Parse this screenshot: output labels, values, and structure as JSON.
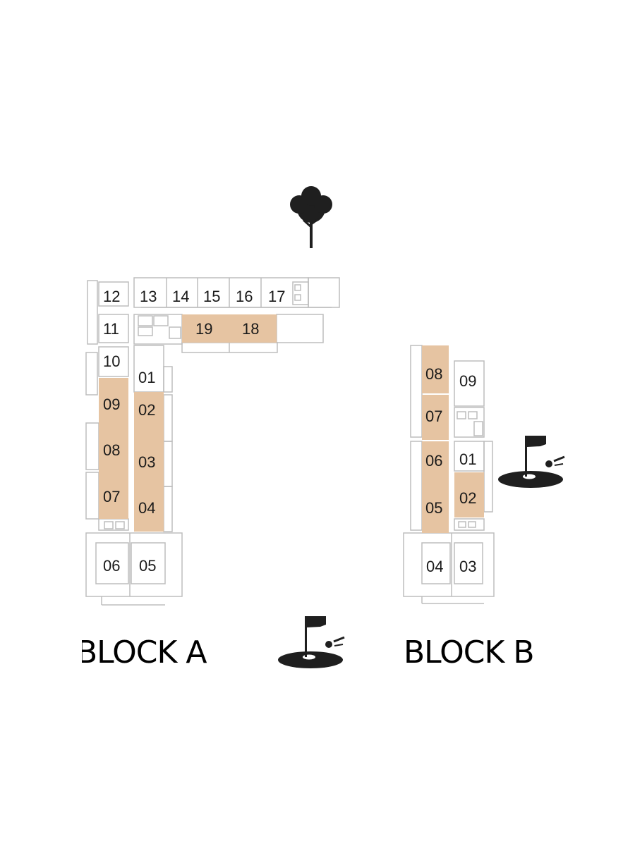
{
  "colors": {
    "highlight": "#e6c4a2",
    "line": "#bdbdbd",
    "icon": "#1f1f1f"
  },
  "icons": [
    "tree-icon",
    "golf-flag-icon"
  ],
  "blocks": {
    "a": {
      "label": "BLOCK A",
      "units": {
        "12": "12",
        "13": "13",
        "14": "14",
        "15": "15",
        "16": "16",
        "17": "17",
        "11": "11",
        "19": "19",
        "18": "18",
        "10": "10",
        "01": "01",
        "09": "09",
        "02": "02",
        "08": "08",
        "03": "03",
        "07": "07",
        "04": "04",
        "06": "06",
        "05": "05"
      },
      "highlighted": [
        "19",
        "18",
        "09",
        "02",
        "08",
        "03",
        "07",
        "04"
      ]
    },
    "b": {
      "label": "BLOCK B",
      "units": {
        "08": "08",
        "09": "09",
        "07": "07",
        "06": "06",
        "01": "01",
        "05": "05",
        "02": "02",
        "04": "04",
        "03": "03"
      },
      "highlighted": [
        "08",
        "07",
        "06",
        "05",
        "02"
      ]
    }
  }
}
